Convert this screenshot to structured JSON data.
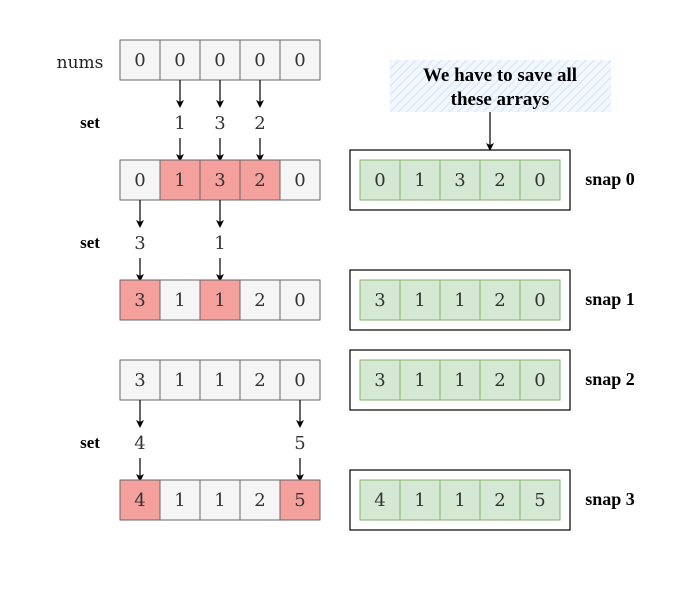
{
  "labels": {
    "nums": "nums",
    "set": "set",
    "note_line1": "We have to save all",
    "note_line2": "these arrays"
  },
  "initial": [
    "0",
    "0",
    "0",
    "0",
    "0"
  ],
  "steps": [
    {
      "set_values": [
        "1",
        "3",
        "2"
      ],
      "set_indices": [
        1,
        2,
        3
      ],
      "array": [
        "0",
        "1",
        "3",
        "2",
        "0"
      ],
      "snapshot": [
        "0",
        "1",
        "3",
        "2",
        "0"
      ],
      "snap_label": "snap 0"
    },
    {
      "set_values": [
        "3",
        "1"
      ],
      "set_indices": [
        0,
        2
      ],
      "array": [
        "3",
        "1",
        "1",
        "2",
        "0"
      ],
      "snapshot": [
        "3",
        "1",
        "1",
        "2",
        "0"
      ],
      "snap_label": "snap 1"
    },
    {
      "array": [
        "3",
        "1",
        "1",
        "2",
        "0"
      ],
      "snapshot": [
        "3",
        "1",
        "1",
        "2",
        "0"
      ],
      "snap_label": "snap 2"
    },
    {
      "set_values": [
        "4",
        "5"
      ],
      "set_indices": [
        0,
        4
      ],
      "array": [
        "4",
        "1",
        "1",
        "2",
        "5"
      ],
      "snapshot": [
        "4",
        "1",
        "1",
        "2",
        "5"
      ],
      "snap_label": "snap 3"
    }
  ],
  "colors": {
    "cell_default": "#f5f5f5",
    "cell_changed": "#f4a09c",
    "snap_cell": "#d5e8d4",
    "snap_border": "#82b366",
    "cell_border": "#666666",
    "note_hatch": "#dae8fc"
  }
}
